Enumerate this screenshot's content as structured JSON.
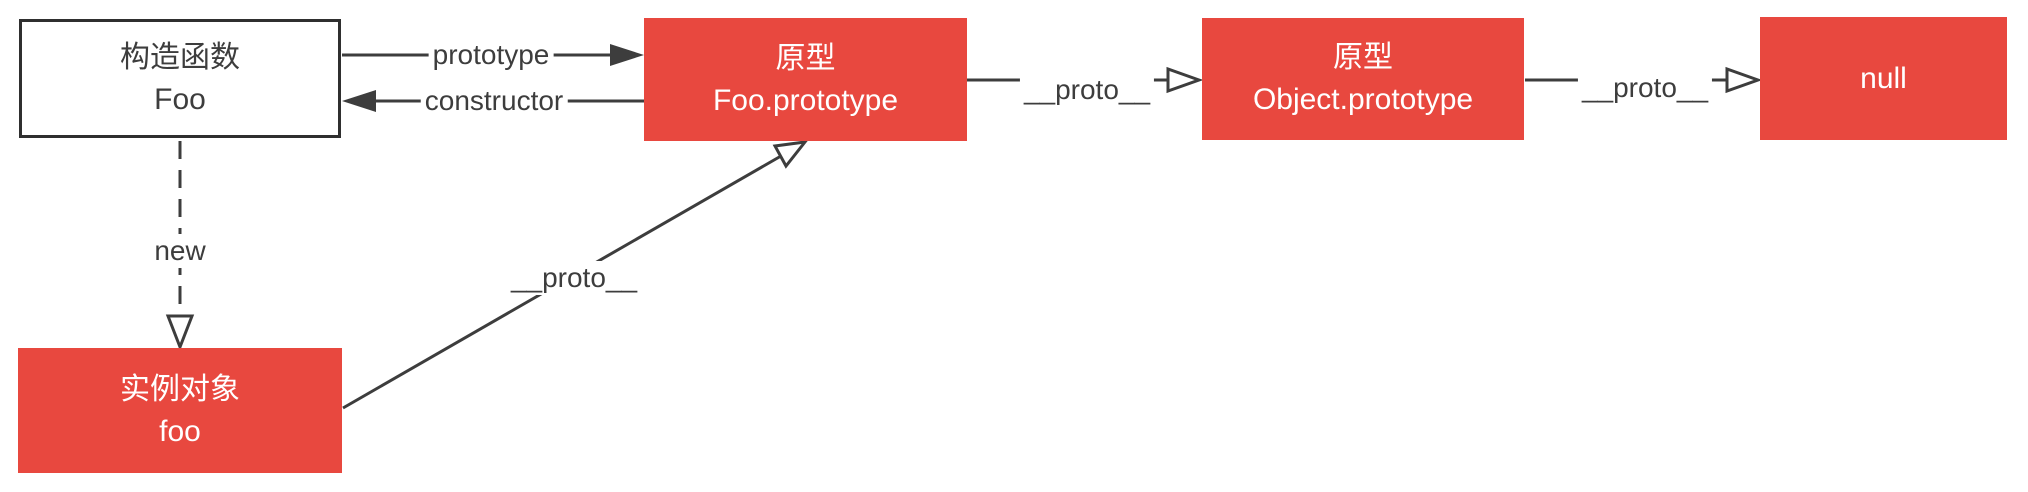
{
  "diagram": {
    "title": "JavaScript prototype chain diagram",
    "colors": {
      "node_red": "#e8483f",
      "node_white": "#ffffff",
      "line": "#3d3d3d",
      "box_border": "#2f2f2f",
      "label_text": "#3d3d3d",
      "red_node_text": "#ffffff"
    },
    "nodes": {
      "constructor_foo": {
        "lines": [
          "构造函数",
          "Foo"
        ]
      },
      "foo_prototype": {
        "lines": [
          "原型",
          "Foo.prototype"
        ]
      },
      "object_prototype": {
        "lines": [
          "原型",
          "Object.prototype"
        ]
      },
      "null_node": {
        "lines": [
          "null"
        ]
      },
      "foo_instance": {
        "lines": [
          "实例对象",
          "foo"
        ]
      }
    },
    "edges": {
      "prototype": {
        "label": "prototype",
        "style": "solid",
        "arrowhead": "filled"
      },
      "constructor": {
        "label": "constructor",
        "style": "solid",
        "arrowhead": "filled"
      },
      "proto_foo_to_object": {
        "label": "__proto__",
        "style": "solid",
        "arrowhead": "open"
      },
      "proto_object_to_null": {
        "label": "__proto__",
        "style": "solid",
        "arrowhead": "open"
      },
      "new_instance": {
        "label": "new",
        "style": "dashed",
        "arrowhead": "open"
      },
      "proto_instance_to_foo_prototype": {
        "label": "__proto__",
        "style": "solid",
        "arrowhead": "open"
      }
    }
  }
}
